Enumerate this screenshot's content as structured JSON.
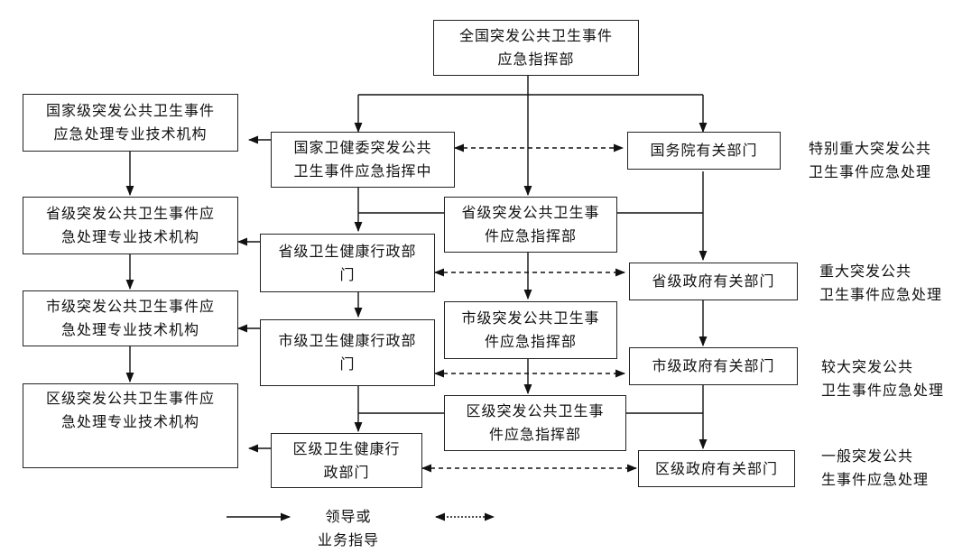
{
  "nodes": {
    "national_hq": [
      "全国突发公共卫生事件",
      "应急指挥部"
    ],
    "national_tech": [
      "国家级突发公共卫生事件",
      "应急处理专业技术机构"
    ],
    "nhc_hq": [
      "国家卫健委突发公共",
      "卫生事件应急指挥中"
    ],
    "state_council": [
      "国务院有关部门"
    ],
    "prov_tech": [
      "省级突发公共卫生事件应",
      "急处理专业技术机构"
    ],
    "prov_hq": [
      "省级突发公共卫生事",
      "件应急指挥部"
    ],
    "prov_health": [
      "省级卫生健康行政部",
      "门"
    ],
    "prov_gov": [
      "省级政府有关部门"
    ],
    "city_tech": [
      "市级突发公共卫生事件应",
      "急处理专业技术机构"
    ],
    "city_hq": [
      "市级突发公共卫生事",
      "件应急指挥部"
    ],
    "city_health": [
      "市级卫生健康行政部",
      "门"
    ],
    "city_gov": [
      "市级政府有关部门"
    ],
    "dist_tech": [
      "区级突发公共卫生事件应",
      "急处理专业技术机构"
    ],
    "dist_hq": [
      "区级突发公共卫生事",
      "件应急指挥部"
    ],
    "dist_health": [
      "区级卫生健康行",
      "政部门"
    ],
    "dist_gov": [
      "区级政府有关部门"
    ]
  },
  "levels": {
    "level1": [
      "特别重大突发公共",
      "卫生事件应急处理"
    ],
    "level2": [
      "重大突发公共",
      "卫生事件应急处理"
    ],
    "level3": [
      "较大突发公共",
      "卫生事件应急处理"
    ],
    "level4": [
      "一般突发公共",
      "生事件应急处理"
    ]
  },
  "legend": {
    "solid_label": [
      "领导或",
      "业务指导"
    ]
  }
}
